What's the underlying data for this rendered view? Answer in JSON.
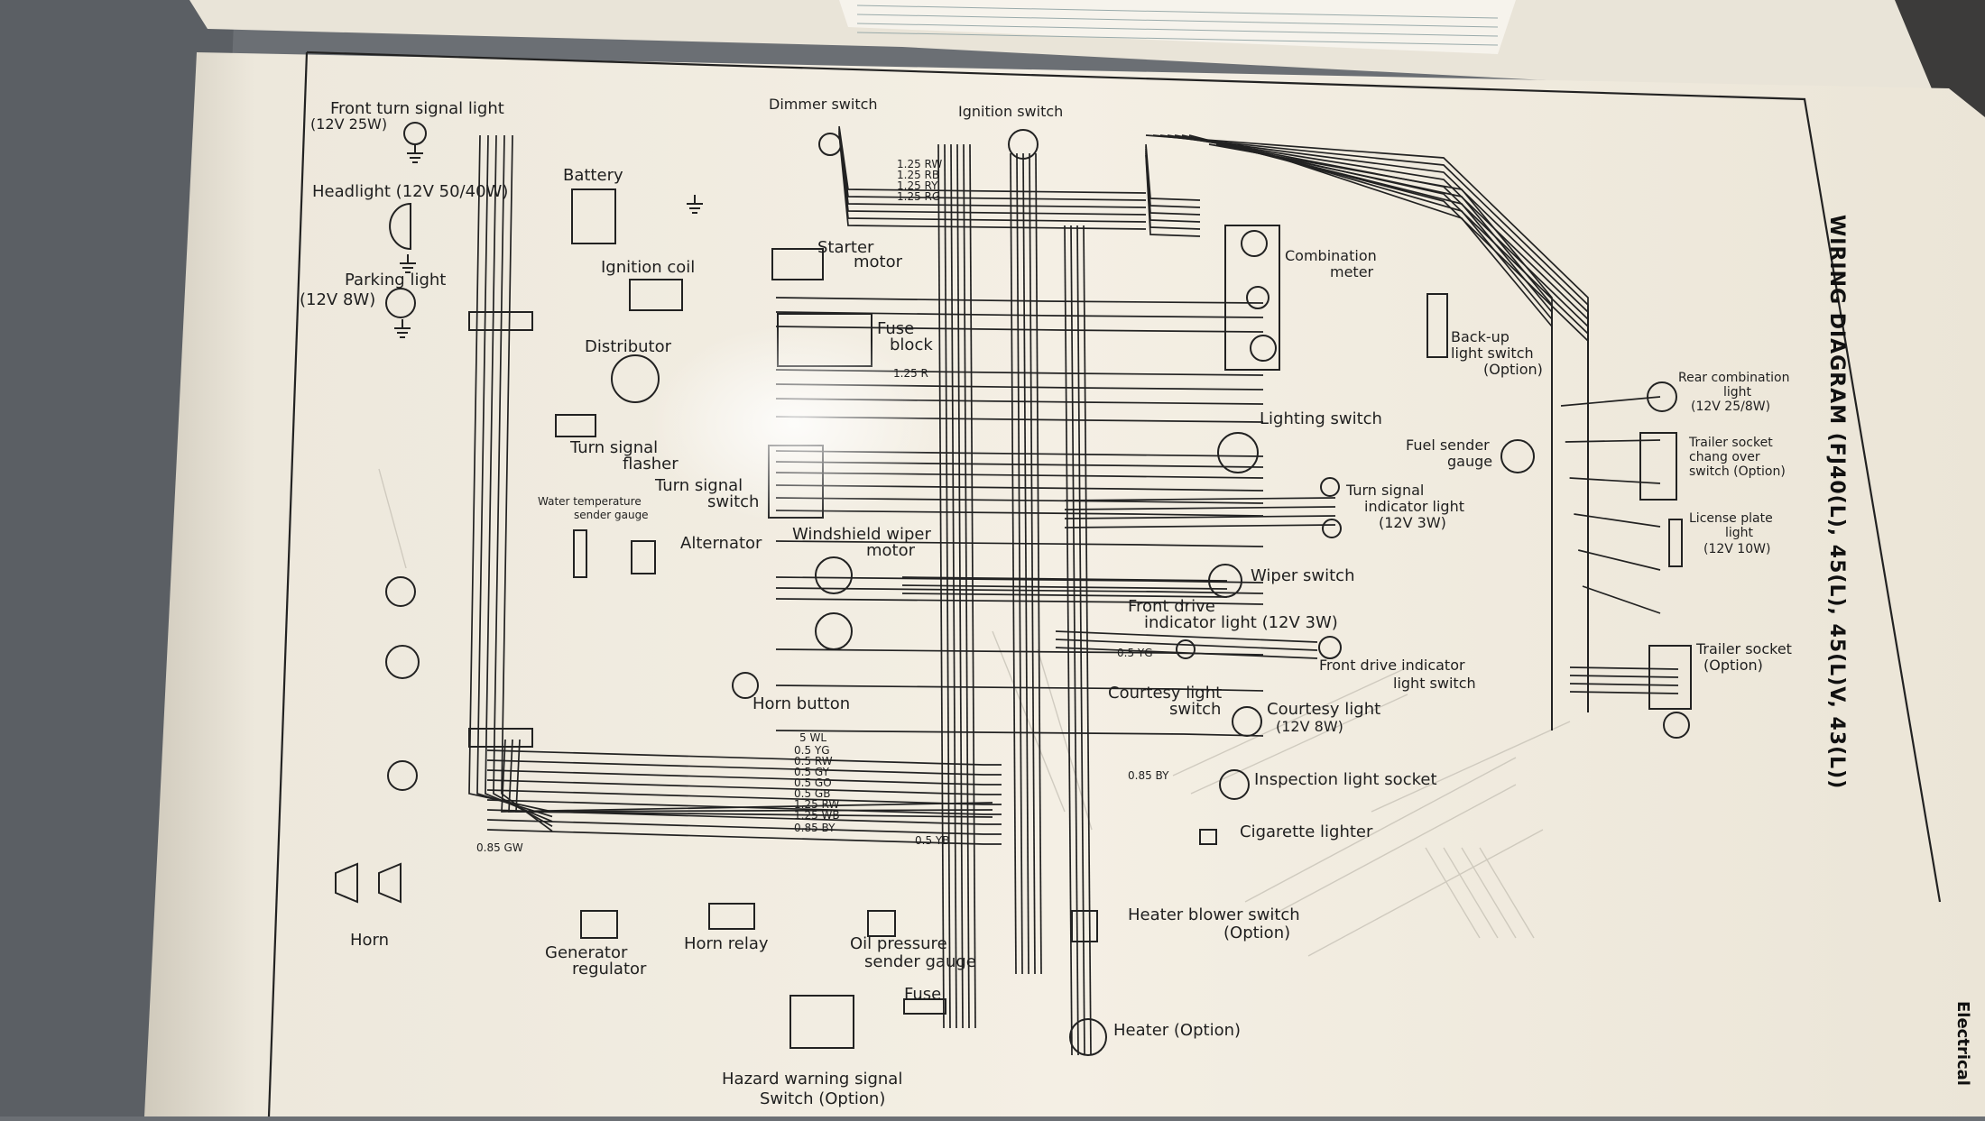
{
  "page": {
    "title": "WIRING DIAGRAM (FJ40(L), 45(L), 45(L)V, 43(L))",
    "section": "Electrical"
  },
  "components": {
    "front_turn_signal": "Front turn signal light",
    "front_turn_signal_rating": "(12V 25W)",
    "headlight": "Headlight (12V 50/40W)",
    "parking_light": "Parking light",
    "parking_light_rating": "(12V 8W)",
    "battery": "Battery",
    "ignition_coil": "Ignition coil",
    "distributor": "Distributor",
    "starter_line1": "Starter",
    "starter_line2": "motor",
    "fuse_block_line1": "Fuse",
    "fuse_block_line2": "block",
    "dimmer_switch": "Dimmer switch",
    "ignition_switch": "Ignition switch",
    "combination_meter_line1": "Combination",
    "combination_meter_line2": "meter",
    "backup_switch_line1": "Back-up",
    "backup_switch_line2": "light switch",
    "backup_switch_line3": "(Option)",
    "rear_combination_line1": "Rear combination",
    "rear_combination_line2": "light",
    "rear_combination_line3": "(12V 25/8W)",
    "trailer_changeover_line1": "Trailer socket",
    "trailer_changeover_line2": "chang over",
    "trailer_changeover_line3": "switch (Option)",
    "license_plate_line1": "License plate",
    "license_plate_line2": "light",
    "license_plate_line3": "(12V 10W)",
    "trailer_socket_line1": "Trailer socket",
    "trailer_socket_line2": "(Option)",
    "fuel_sender_line1": "Fuel sender",
    "fuel_sender_line2": "gauge",
    "lighting_switch": "Lighting switch",
    "turn_indicator_line1": "Turn signal",
    "turn_indicator_line2": "indicator light",
    "turn_indicator_line3": "(12V 3W)",
    "wiper_switch": "Wiper switch",
    "front_drive_light_line1": "Front drive",
    "front_drive_light_line2": "indicator light (12V 3W)",
    "front_drive_switch_line1": "Front drive indicator",
    "front_drive_switch_line2": "light switch",
    "courtesy_switch_line1": "Courtesy light",
    "courtesy_switch_line2": "switch",
    "courtesy_light_line1": "Courtesy light",
    "courtesy_light_line2": "(12V 8W)",
    "inspection_socket": "Inspection light socket",
    "cigarette_lighter": "Cigarette lighter",
    "heater_blower_line1": "Heater blower switch",
    "heater_blower_line2": "(Option)",
    "heater": "Heater (Option)",
    "hazard_line1": "Hazard warning signal",
    "hazard_line2": "Switch (Option)",
    "fuse": "Fuse",
    "oil_pressure_line1": "Oil pressure",
    "oil_pressure_line2": "sender gauge",
    "horn_relay": "Horn relay",
    "generator_regulator_line1": "Generator",
    "generator_regulator_line2": "regulator",
    "horn": "Horn",
    "horn_button": "Horn button",
    "alternator": "Alternator",
    "wiper_motor_line1": "Windshield wiper",
    "wiper_motor_line2": "motor",
    "water_temp_line1": "Water temperature",
    "water_temp_line2": "sender gauge",
    "turn_flasher_line1": "Turn signal",
    "turn_flasher_line2": "flasher",
    "turn_switch_line1": "Turn signal",
    "turn_switch_line2": "switch"
  },
  "wire_codes": {
    "fan_left": [
      "5 WL",
      "0.5 YG",
      "0.5 RW",
      "0.5 GY",
      "0.5 GO",
      "0.5 GB",
      "1.25 RW",
      "1.25 WB",
      "0.85 BY"
    ],
    "dimmer_fan": [
      "1.25 RW",
      "1.25 RB",
      "1.25 RY",
      "1.25 RG"
    ],
    "misc": [
      "0.85 GW",
      "0.85 BY",
      "0.5 YB",
      "1.25 R",
      "0.5 YG"
    ]
  },
  "colors": {
    "desk": "#6b6f74",
    "paper": "#f1ece0",
    "ink": "#1a1a1a",
    "ink_faint": "#b9b5aa"
  }
}
